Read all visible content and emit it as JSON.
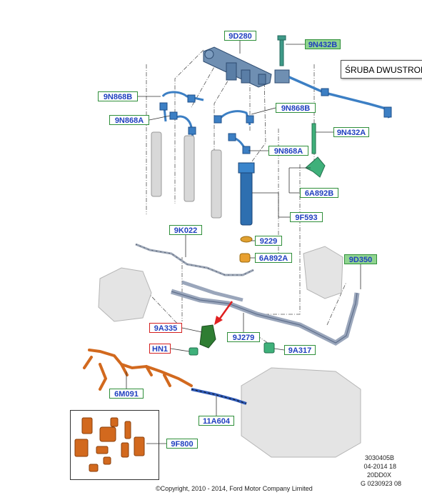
{
  "labels": {
    "p9D280": "9D280",
    "p9N432B": "9N432B",
    "p9N868B_left": "9N868B",
    "p9N868A_left": "9N868A",
    "p9N868B_mid": "9N868B",
    "p9N432A": "9N432A",
    "p9N868A_mid": "9N868A",
    "p6A892B": "6A892B",
    "p9K022": "9K022",
    "p9F593": "9F593",
    "p9229": "9229",
    "p6A892A": "6A892A",
    "p9D350": "9D350",
    "p9A335": "9A335",
    "pHN1": "HN1",
    "p9J279": "9J279",
    "p9A317": "9A317",
    "p6M091": "6M091",
    "p11A604": "11A604",
    "p9F800": "9F800"
  },
  "tooltip": "ŚRUBA DWUSTRONNA",
  "drawing_code": {
    "line1": "3030405B",
    "line2": "04-2014 18",
    "line3": "20DD0X",
    "line4": "G 0230923 08"
  },
  "copyright": "©Copyright, 2010 - 2014, Ford Motor Company Limited",
  "colors": {
    "label_border_green": "#2f8f3a",
    "label_border_red": "#d42020",
    "label_text_blue": "#1f3fbf",
    "label_fill_green": "#8fd48f",
    "fuel_line_blue": "#3c7fc4",
    "injector_blue": "#2e6fb0",
    "harness_orange": "#d2691e",
    "bracket_green": "#3fb07a",
    "sensor_green": "#2e7d32"
  }
}
